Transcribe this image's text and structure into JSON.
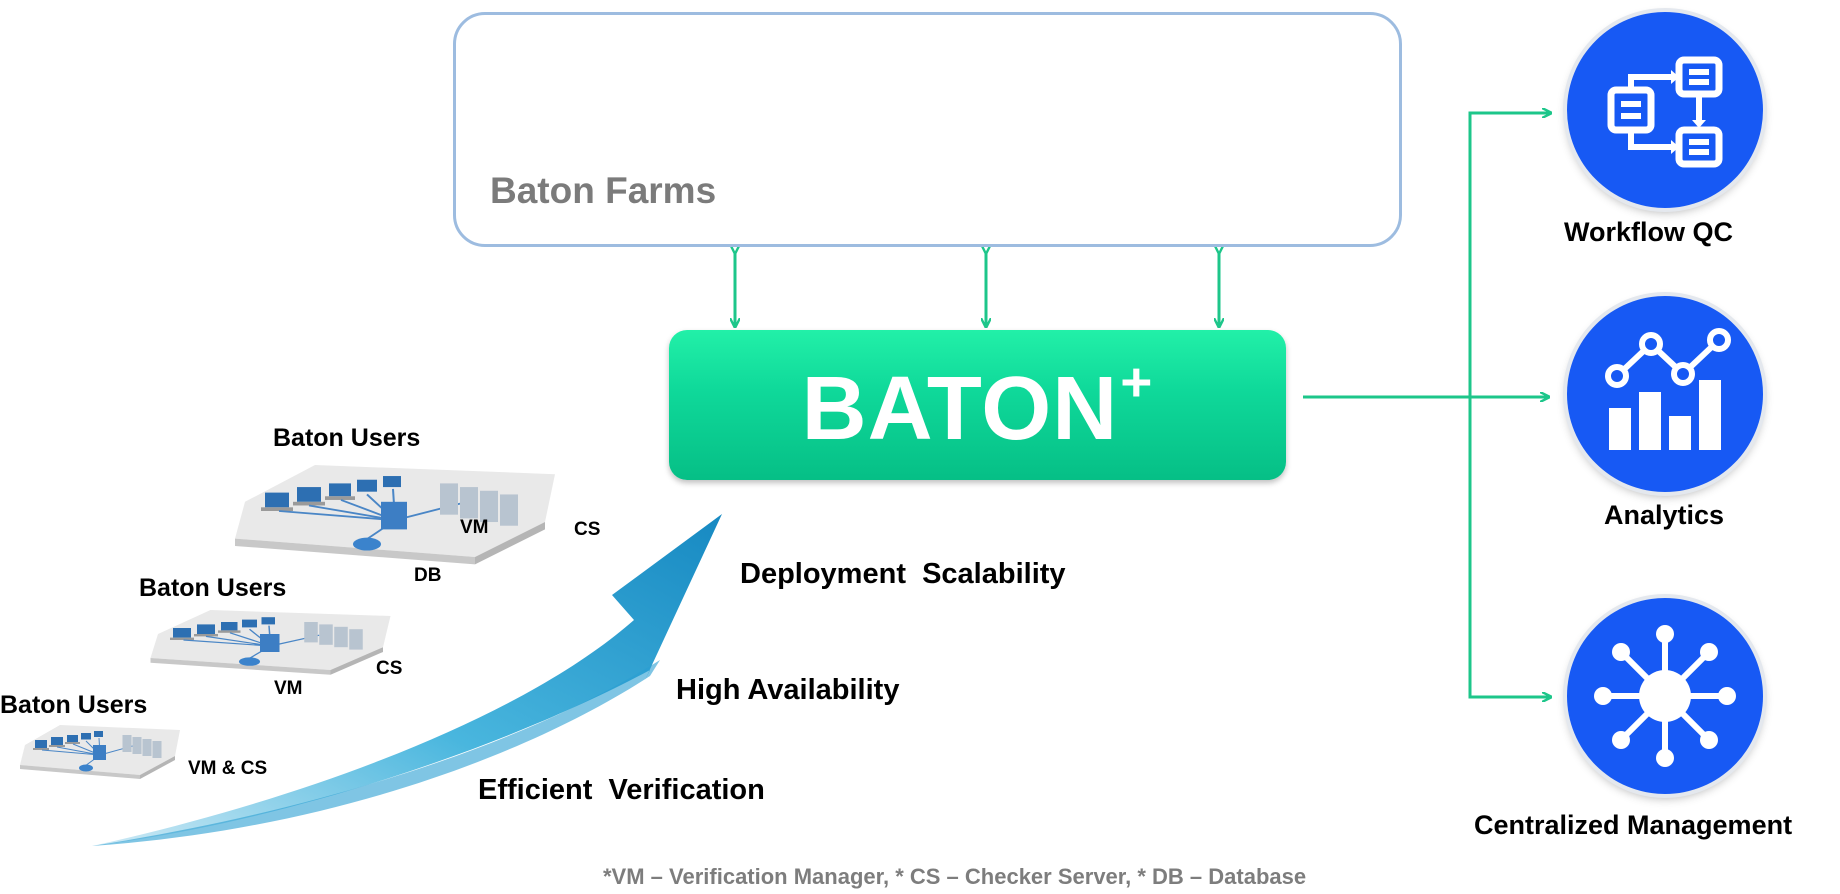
{
  "farms": {
    "label": "Baton Farms"
  },
  "center": {
    "title": "BATON",
    "superscript": "+"
  },
  "tiers": [
    {
      "heading": "Baton Users",
      "labels": [
        "VM",
        "CS",
        "DB"
      ]
    },
    {
      "heading": "Baton Users",
      "labels": [
        "VM",
        "CS"
      ]
    },
    {
      "heading": "Baton Users",
      "labels": [
        "VM & CS"
      ]
    }
  ],
  "benefits": [
    "Deployment  Scalability",
    "High Availability",
    "Efficient  Verification"
  ],
  "outputs": [
    {
      "label": "Workflow QC",
      "icon": "workflow-icon"
    },
    {
      "label": "Analytics",
      "icon": "analytics-icon"
    },
    {
      "label": "Centralized Management",
      "icon": "hub-icon"
    }
  ],
  "footnote": "*VM – Verification Manager, * CS – Checker Server, * DB – Database",
  "colors": {
    "accent_green": "#12d496",
    "connector_green": "#1dc68a",
    "icon_blue": "#1759f4",
    "farm_border": "#9dbce0"
  }
}
